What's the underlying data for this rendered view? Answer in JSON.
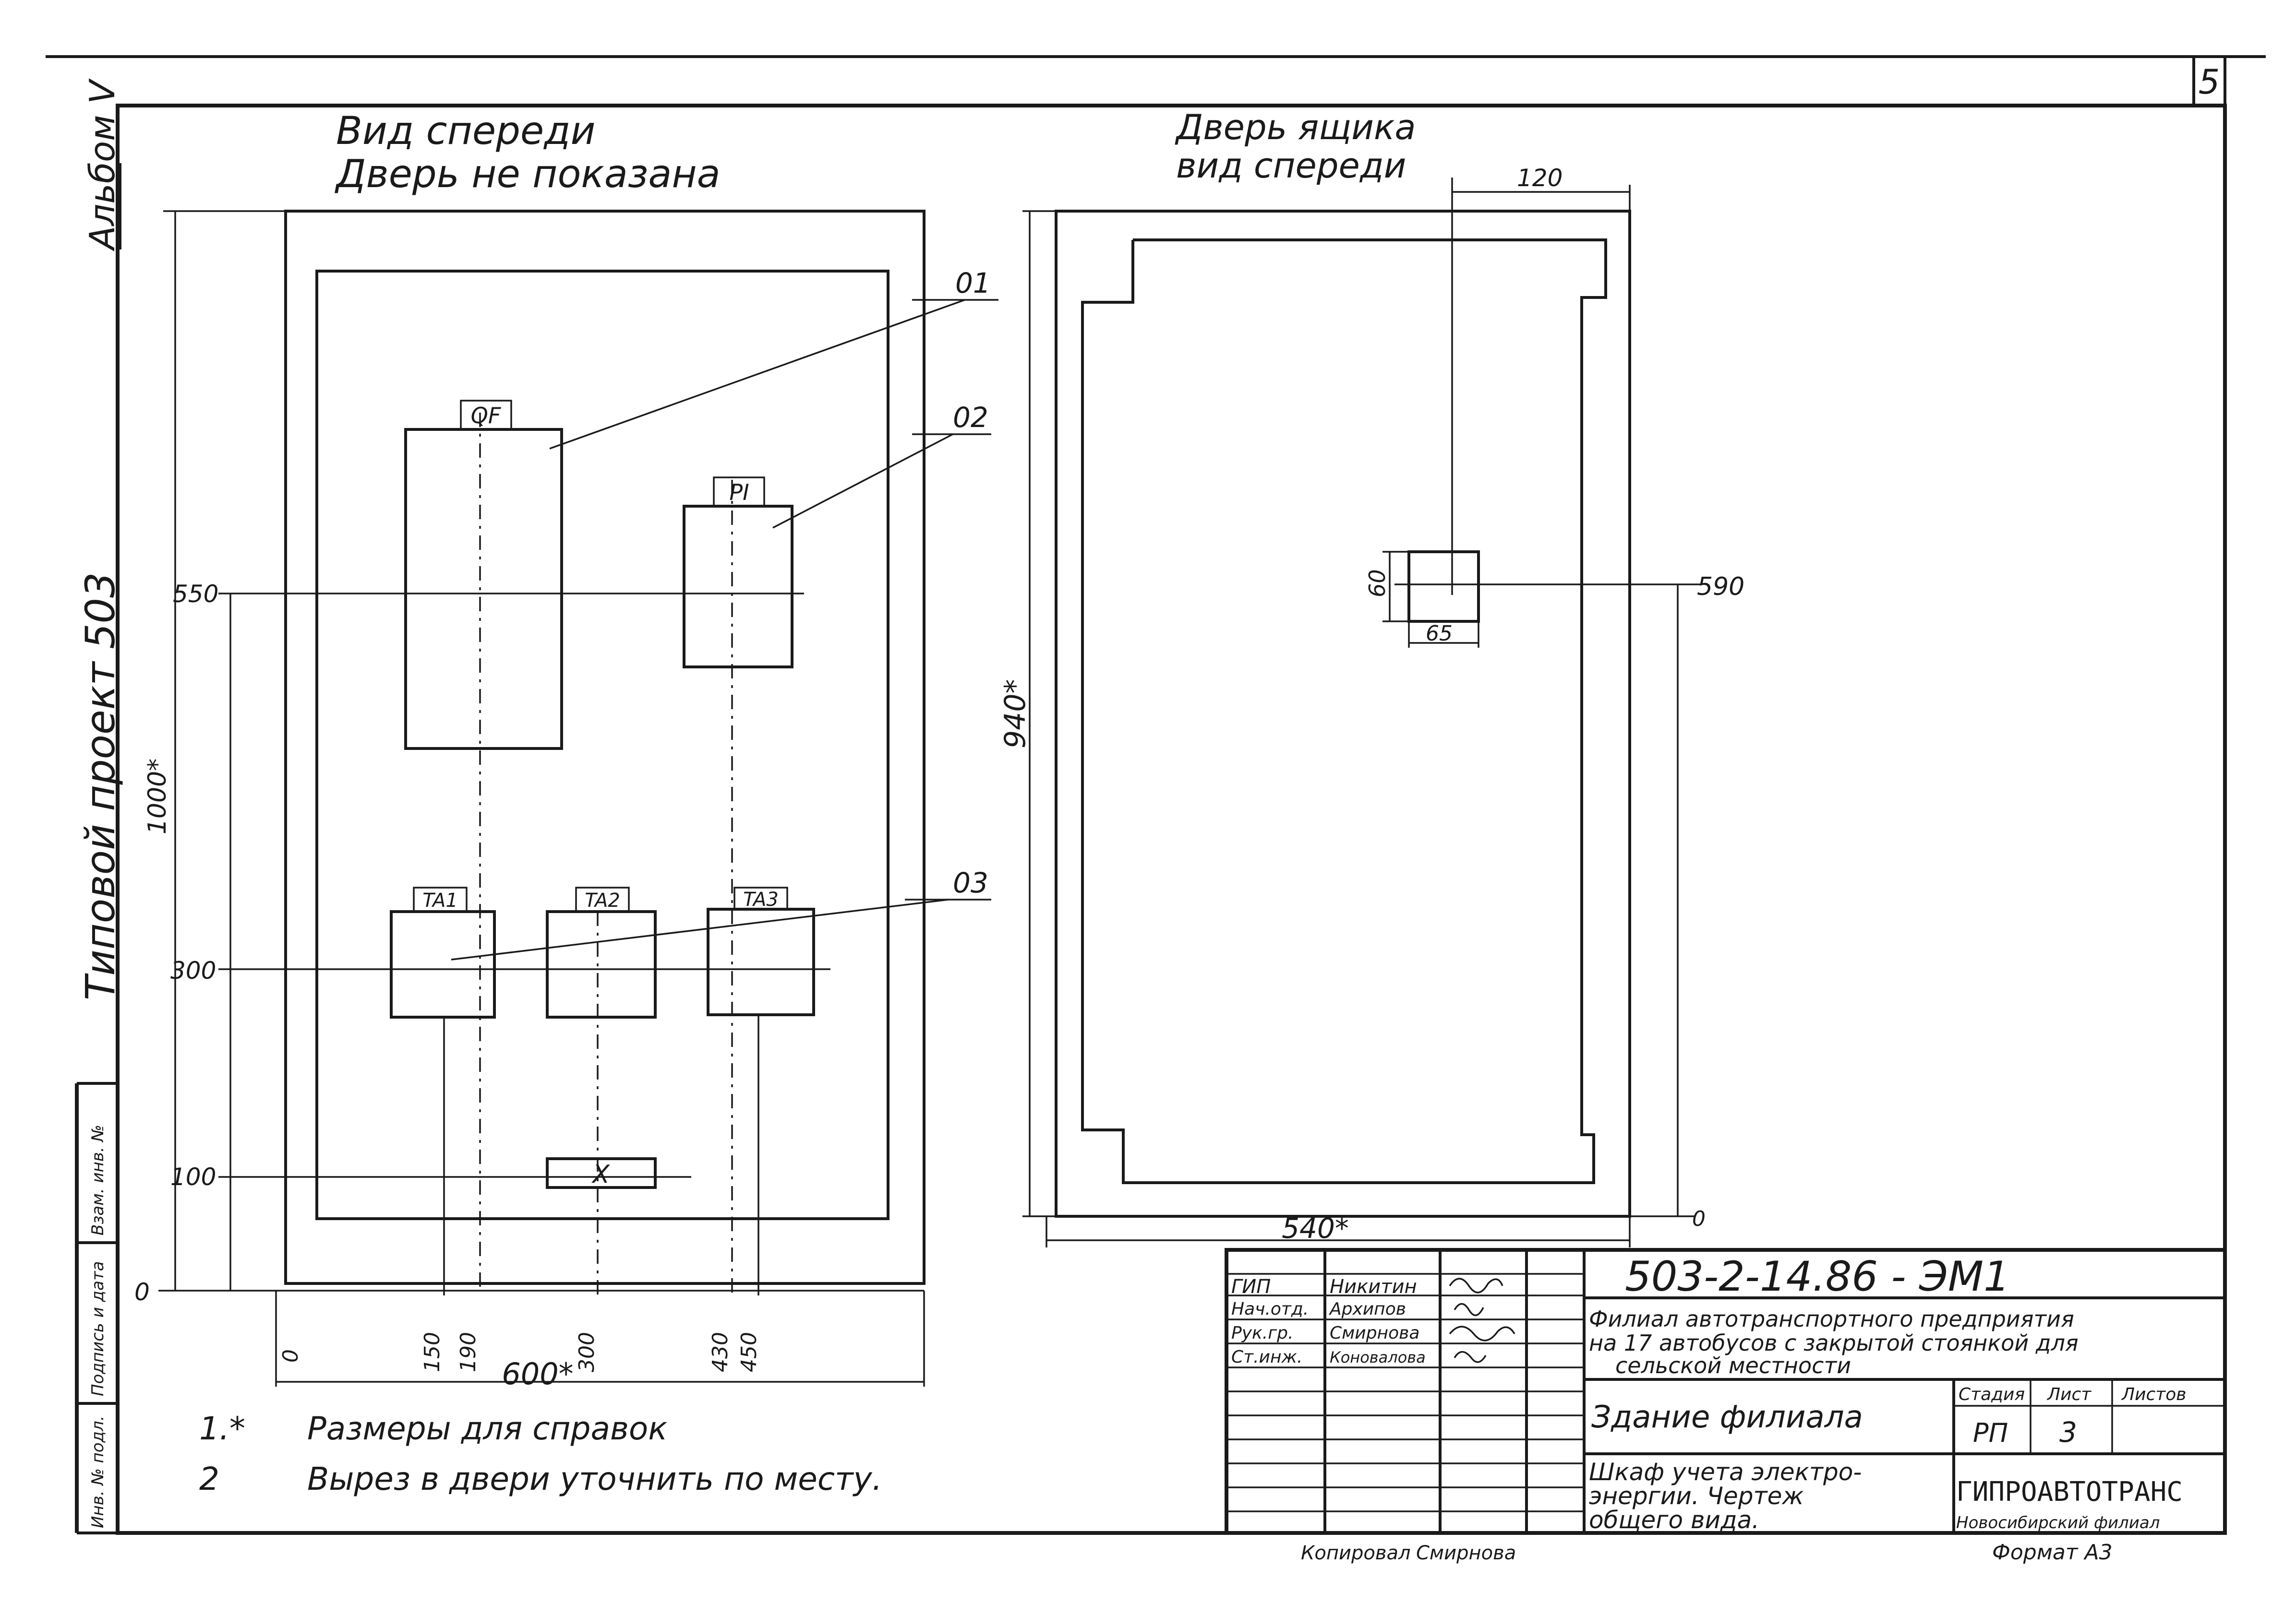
{
  "sheet": {
    "page_number": "5",
    "left_margin": {
      "album": "Альбом V",
      "project": "Типовой проект 503",
      "stamp_cells": [
        "Инв. № подл.",
        "Подпись и дата",
        "Взам. инв. №"
      ]
    }
  },
  "front_view": {
    "title_line1": "Вид спереди",
    "title_line2": "Дверь не показана",
    "height_dim": "1000*",
    "width_dim": "600*",
    "y_marks": [
      "550",
      "300",
      "100",
      "0"
    ],
    "x_marks": [
      "0",
      "150",
      "190",
      "300",
      "430",
      "450"
    ],
    "devices": {
      "qf": "QF",
      "pi": "PI",
      "ta1": "TA1",
      "ta2": "TA2",
      "ta3": "TA3",
      "x": "X"
    },
    "callouts": [
      "01",
      "02",
      "03"
    ]
  },
  "door_view": {
    "title_line1": "Дверь ящика",
    "title_line2": "вид спереди",
    "height_dim": "940*",
    "width_dim": "540*",
    "top_dim": "120",
    "cutout_h": "60",
    "cutout_w": "65",
    "level_590": "590",
    "level_0": "0"
  },
  "notes": [
    {
      "num": "1.*",
      "text": "Размеры для справок"
    },
    {
      "num": "2",
      "text": "Вырез в двери уточнить по месту."
    }
  ],
  "title_block": {
    "doc_code": "503-2-14.86 - ЭМ1",
    "project_title_line1": "Филиал автотранспортного предприятия",
    "project_title_line2": "на 17 автобусов с закрытой стоянкой для",
    "project_title_line3": "сельской местности",
    "building": "Здание филиала",
    "drawing_line1": "Шкаф учета электро-",
    "drawing_line2": "энергии. Чертеж",
    "drawing_line3": "общего вида.",
    "stage_header": "Стадия",
    "sheet_header": "Лист",
    "sheets_header": "Листов",
    "stage": "РП",
    "sheet": "3",
    "org": "ГИПРОАВТОТРАНС",
    "org_branch": "Новосибирский филиал",
    "format": "Формат А3",
    "copied": "Копировал",
    "copied_by": "Смирнова",
    "staff": [
      {
        "role": "ГИП",
        "name": "Никитин"
      },
      {
        "role": "Нач.отд.",
        "name": "Архипов"
      },
      {
        "role": "Рук.гр.",
        "name": "Смирнова"
      },
      {
        "role": "Ст.инж.",
        "name": "Коновалова"
      }
    ]
  }
}
